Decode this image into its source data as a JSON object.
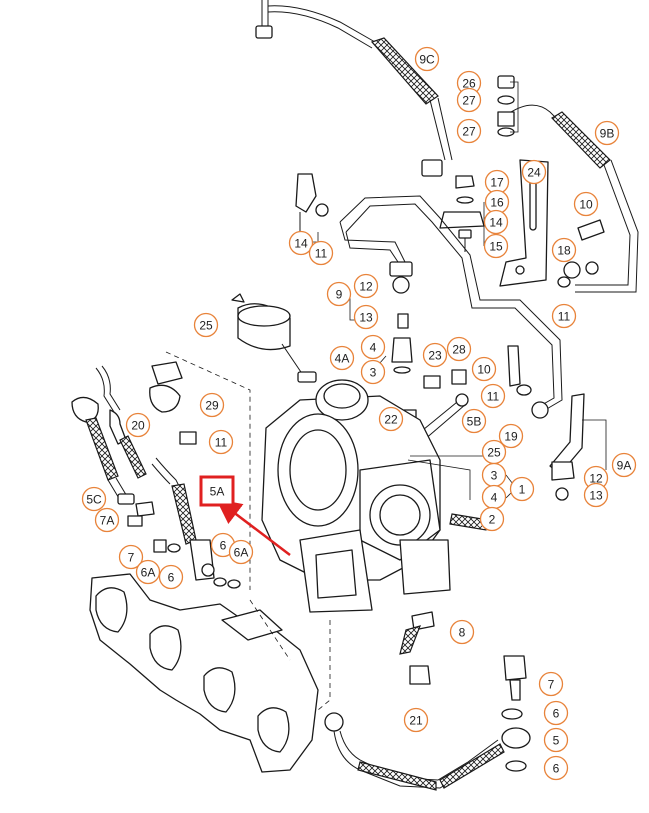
{
  "diagram": {
    "accent_color": "#e8833a",
    "highlight_color": "#e02020",
    "highlighted_label": "5A",
    "labels": [
      "9C",
      "26",
      "27",
      "27",
      "9B",
      "17",
      "16",
      "14",
      "24",
      "10",
      "14",
      "18",
      "15",
      "11",
      "11",
      "9",
      "12",
      "25",
      "13",
      "4A",
      "4",
      "3",
      "23",
      "28",
      "10",
      "11",
      "19",
      "29",
      "22",
      "5B",
      "20",
      "11",
      "25",
      "3",
      "1",
      "9A",
      "12",
      "4",
      "5C",
      "5A",
      "13",
      "7A",
      "2",
      "7",
      "6A",
      "6",
      "6",
      "6A",
      "8",
      "7",
      "21",
      "6",
      "5",
      "6"
    ]
  }
}
